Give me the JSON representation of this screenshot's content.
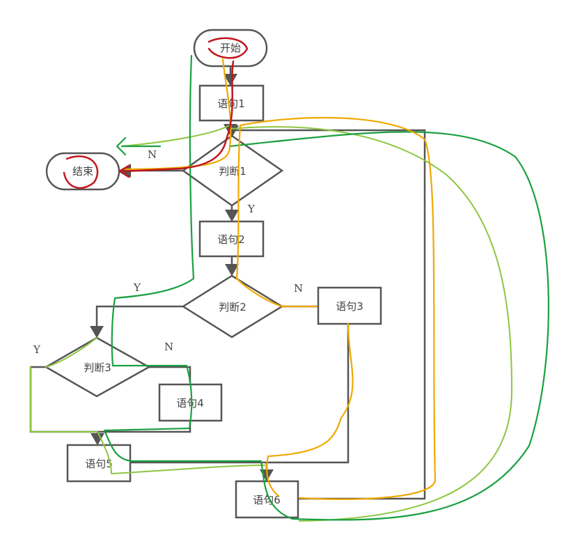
{
  "diagram": {
    "nodes": {
      "start": "开始",
      "end": "结束",
      "s1": "语句1",
      "j1": "判断1",
      "s2": "语句2",
      "j2": "判断2",
      "s3": "语句3",
      "j3": "判断3",
      "s4": "语句4",
      "s5": "语句5",
      "s6": "语句6"
    },
    "edge_labels": {
      "j1_no": "N",
      "j1_yes": "Y",
      "j2_yes": "Y",
      "j2_no": "N",
      "j3_yes": "Y",
      "j3_no": "N"
    },
    "colors": {
      "shape_stroke": "#555555",
      "text": "#444444",
      "trace_red": "#c0161b",
      "trace_orange": "#f0a800",
      "trace_green": "#1aa040",
      "trace_lightgreen": "#8cc63f"
    }
  }
}
